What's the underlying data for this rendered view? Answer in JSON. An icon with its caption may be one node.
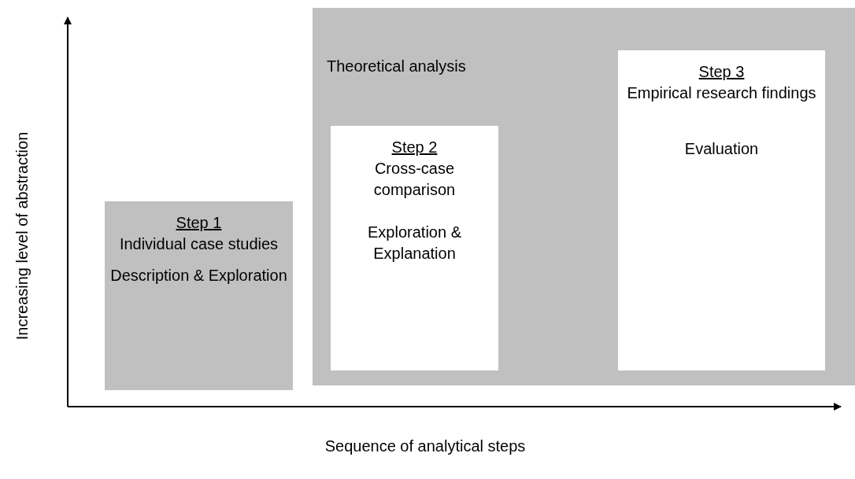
{
  "diagram": {
    "nodes": [
      {
        "text": [
          "Theoretical analysis"
        ]
      },
      {
        "text": [
          "Step 1",
          "Individual case studies",
          "Description & Exploration"
        ]
      },
      {
        "text": [
          "Step 2",
          "Cross-case comparison",
          "Exploration & Explanation"
        ],
        "in": 0
      },
      {
        "text": [
          "Step 3",
          "Empirical research findings",
          "Evaluation"
        ],
        "in": 0
      }
    ],
    "edges": [],
    "labels": [
      "Increasing level of abstraction",
      "Sequence of analytical steps"
    ]
  }
}
